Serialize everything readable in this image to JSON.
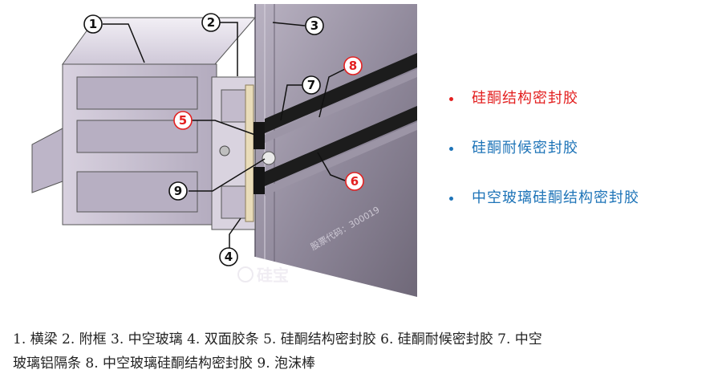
{
  "callouts": [
    {
      "num": "1",
      "color": "#111111"
    },
    {
      "num": "2",
      "color": "#111111"
    },
    {
      "num": "3",
      "color": "#111111"
    },
    {
      "num": "4",
      "color": "#111111"
    },
    {
      "num": "5",
      "color": "#e32020"
    },
    {
      "num": "6",
      "color": "#e32020"
    },
    {
      "num": "7",
      "color": "#111111"
    },
    {
      "num": "8",
      "color": "#e32020"
    },
    {
      "num": "9",
      "color": "#111111"
    }
  ],
  "legend": [
    {
      "text": "硅酮结构密封胶",
      "color": "#e32020"
    },
    {
      "text": "硅酮耐候密封胶",
      "color": "#1e74b8"
    },
    {
      "text": "中空玻璃硅酮结构密封胶",
      "color": "#1e74b8"
    }
  ],
  "watermark": {
    "brand": "硅宝",
    "stock": "股票代码：300019"
  },
  "caption": {
    "line1": "1. 横梁 2. 附框 3. 中空玻璃 4. 双面胶条 5. 硅酮结构密封胶 6. 硅酮耐候密封胶 7. 中空",
    "line2": "玻璃铝隔条 8. 中空玻璃硅酮结构密封胶 9. 泡沫棒"
  },
  "colors": {
    "aluminum": "#c9c0d1",
    "aluminum_dark": "#a79fb3",
    "glass": "#8f8799",
    "sealant": "#1c1c1c",
    "accent_red": "#e32020",
    "accent_blue": "#1e74b8"
  }
}
